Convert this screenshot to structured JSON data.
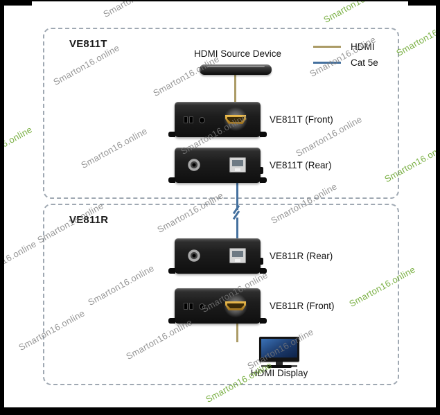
{
  "watermark": {
    "text": "Smarton16.online"
  },
  "legend": {
    "hdmi": {
      "label": "HDMI",
      "color": "#ab9b66"
    },
    "cat5e": {
      "label": "Cat 5e",
      "color": "#44709e"
    }
  },
  "transmitter": {
    "title": "VE811T",
    "source_device_label": "HDMI Source Device",
    "front_label": "VE811T (Front)",
    "rear_label": "VE811T (Rear)"
  },
  "receiver": {
    "title": "VE811R",
    "rear_label": "VE811R (Rear)",
    "front_label": "VE811R (Front)",
    "display_label": "HDMI Display"
  }
}
